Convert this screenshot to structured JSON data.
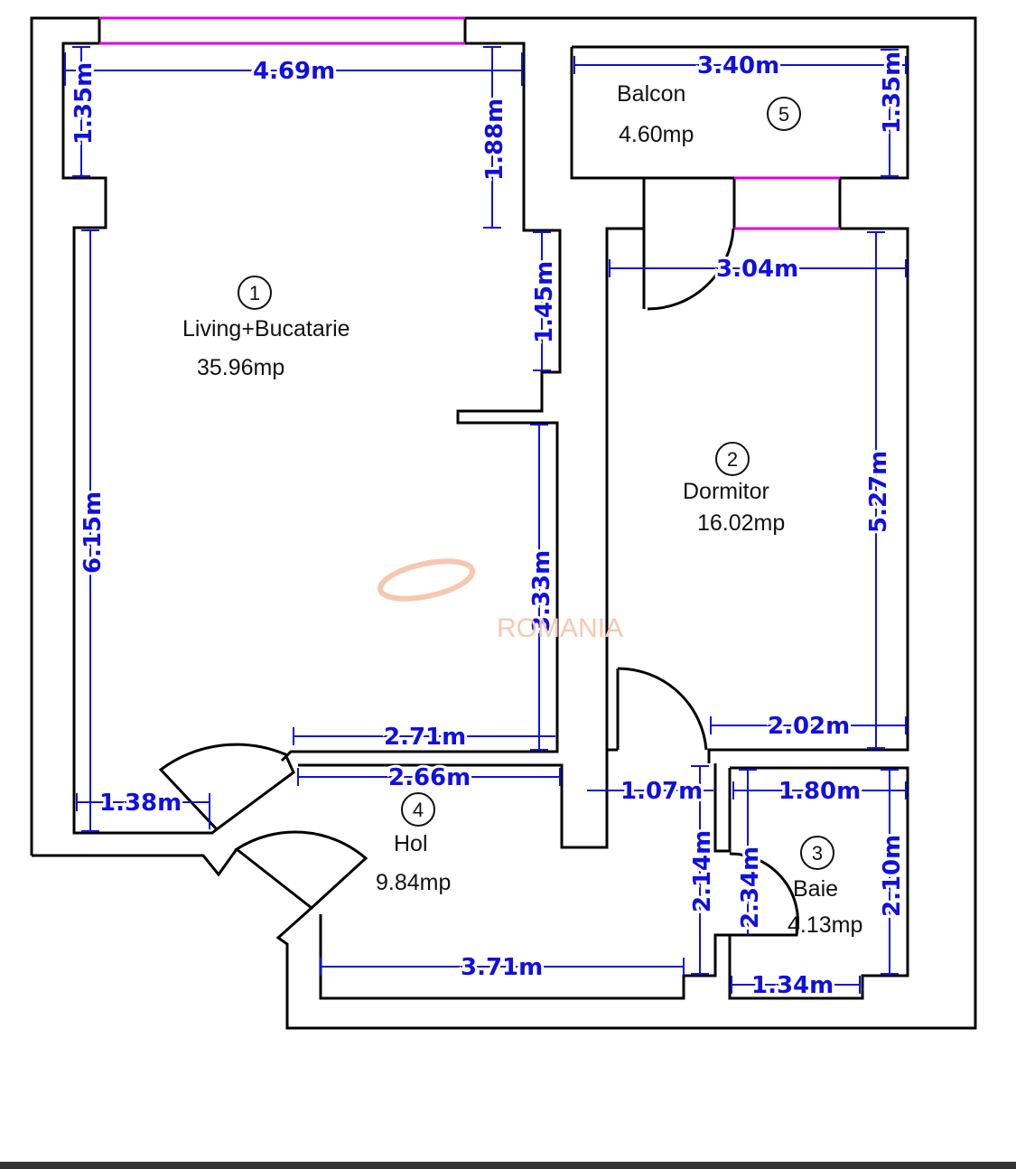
{
  "rooms": [
    {
      "number": "1",
      "name": "Living+Bucatarie",
      "area": "35.96mp"
    },
    {
      "number": "2",
      "name": "Dormitor",
      "area": "16.02mp"
    },
    {
      "number": "3",
      "name": "Baie",
      "area": "4.13mp"
    },
    {
      "number": "4",
      "name": "Hol",
      "area": "9.84mp"
    },
    {
      "number": "5",
      "name": "Balcon",
      "area": "4.60mp"
    }
  ],
  "dimensions": {
    "living_width": "4.69m",
    "living_left_top": "1.35m",
    "living_right_top": "1.88m",
    "living_right_mid": "1.45m",
    "living_left_height": "6.15m",
    "living_right_low": "3.33m",
    "living_bottom": "2.71m",
    "living_bottom_left": "1.38m",
    "hol_top": "2.66m",
    "hol_door": "1.07m",
    "hol_bottom": "3.71m",
    "hol_right": "2.14m",
    "balcon_width": "3.40m",
    "balcon_height": "1.35m",
    "dormitor_width": "3.04m",
    "dormitor_height": "5.27m",
    "dormitor_bottom": "2.02m",
    "baie_width": "1.80m",
    "baie_height": "2.10m",
    "baie_left": "2.34m",
    "baie_bottom": "1.34m"
  },
  "watermark": {
    "text": "ROMANIA"
  },
  "colors": {
    "walls": "#000000",
    "dimensions": "#1010e0",
    "windows": "#e000e0",
    "watermark": "#f6c8b0"
  }
}
